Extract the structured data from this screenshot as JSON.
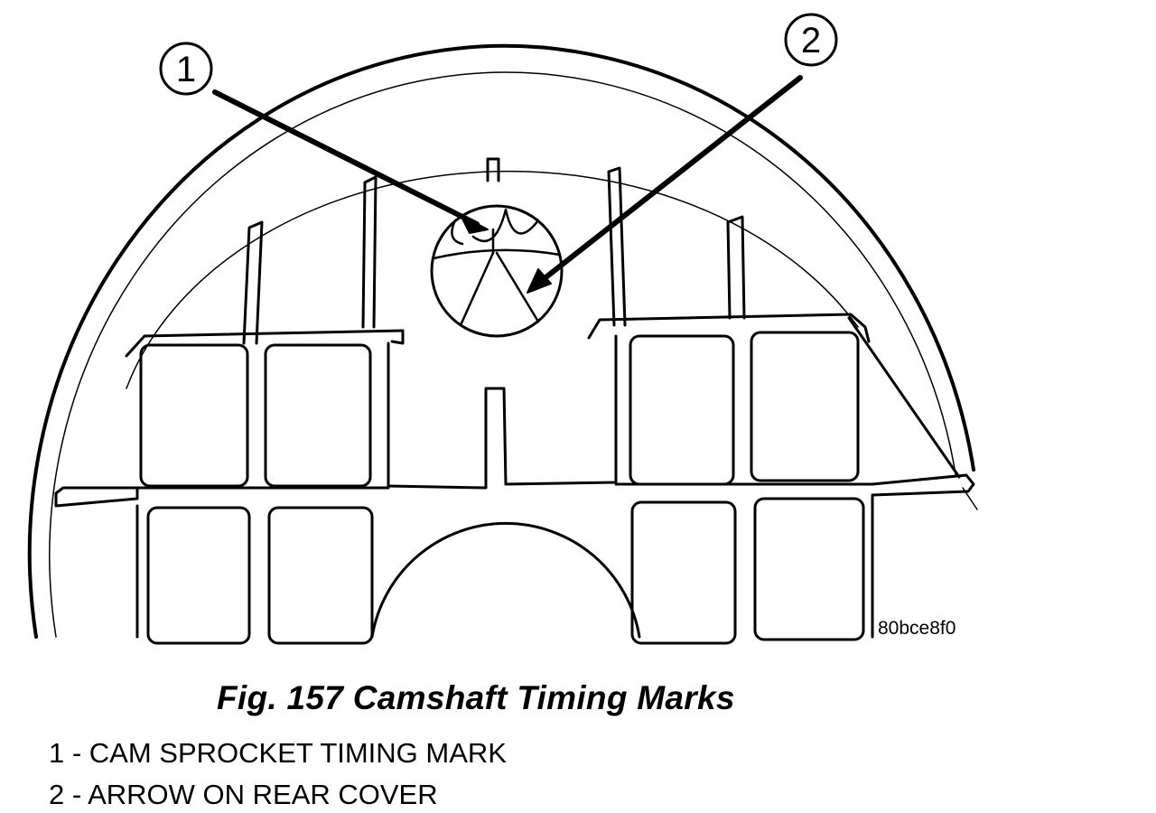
{
  "figure": {
    "reference_code": "80bce8f0",
    "title": "Fig. 157 Camshaft Timing Marks"
  },
  "callouts": [
    {
      "number": "1"
    },
    {
      "number": "2"
    }
  ],
  "legend": [
    {
      "text": "1 - CAM SPROCKET TIMING MARK"
    },
    {
      "text": "2 - ARROW ON REAR COVER"
    }
  ]
}
